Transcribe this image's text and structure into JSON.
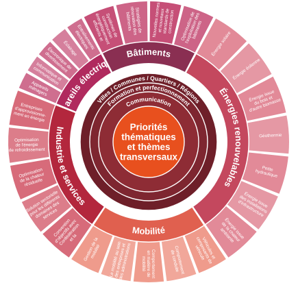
{
  "center": {
    "lines": [
      "Priorités",
      "thématiques",
      "et thèmes",
      "transversaux"
    ],
    "color": "#e8501e"
  },
  "rings": [
    {
      "label": "Communication",
      "color": "#8e2c35"
    },
    {
      "label": "Formation et perfectionnement",
      "color": "#7e2630"
    },
    {
      "label": "Villes / Communes / Quartiers / Régions",
      "color": "#6e1f29"
    }
  ],
  "categories": [
    {
      "name": "Bâtiments",
      "inner_color": "#8a2f52",
      "outer_color": "#c64f77",
      "items": [
        [
          "Systèmes de",
          "construction",
          "énergétiquement",
          "efficients et"
        ],
        [
          "Stratégies de",
          "rénovation des",
          "bâtiments"
        ],
        [
          "Nouvelles normes",
          "et nouveaux",
          "standards de",
          "construction"
        ],
        [
          "Optimisation de",
          "l'exploitation des",
          "bâtiments"
        ]
      ]
    },
    {
      "name": "Énergies renouvelables",
      "inner_color": "#c4485e",
      "outer_color": "#e28a98",
      "items": [
        [
          "Énergie solaire"
        ],
        [
          "Énergie éolienne"
        ],
        [
          "Énergie issue",
          "du bois et",
          "d'autre biomasse"
        ],
        [
          "Géothermie"
        ],
        [
          "Petite",
          "hydraulique"
        ],
        [
          "Énergie issue",
          "des installations",
          "d'infrastructure"
        ],
        [
          "Énergie issue",
          "de la chaleur",
          "ambiante"
        ]
      ]
    },
    {
      "name": "Mobilité",
      "inner_color": "#e0604f",
      "outer_color": "#ef9b8c",
      "items": [
        [
          "Véhicules et",
          "composants de",
          "véhicule"
        ],
        [
          "Comportement",
          "de conduite"
        ],
        [
          "Comportement",
          "en matière de",
          "mobilité"
        ],
        [
          "Le mobilité au sein",
          "des entreprises et",
          "des administrations"
        ],
        [
          "Gestion de la",
          "mobilité"
        ]
      ]
    },
    {
      "name": "Industrie et services",
      "inner_color": "#b3273d",
      "outer_color": "#d76b7a",
      "items": [
        [
          "Convention",
          "d'objectifs avec",
          "Confédération",
          "et la"
        ],
        [
          "Solution sectorielle",
          "pour les différents",
          "domaines des",
          "services"
        ],
        [
          "Optimisation",
          "de la chaleur",
          "résiduelle"
        ],
        [
          "Optimisation",
          "de l'énergie",
          "de refroidissement"
        ],
        [
          "Entreprises",
          "d'approvisionne-",
          "ment en énergie"
        ]
      ]
    },
    {
      "name": "Appareils électriques",
      "inner_color": "#b02a5e",
      "outer_color": "#cf6e8f",
      "items": [
        [
          "Appareils",
          "ménagers"
        ],
        [
          "Informatique et",
          "communication"
        ],
        [
          "Électronique de",
          "divertissement"
        ],
        [
          "Éclairage"
        ],
        [
          "Entraînements",
          "électriques"
        ]
      ]
    }
  ]
}
